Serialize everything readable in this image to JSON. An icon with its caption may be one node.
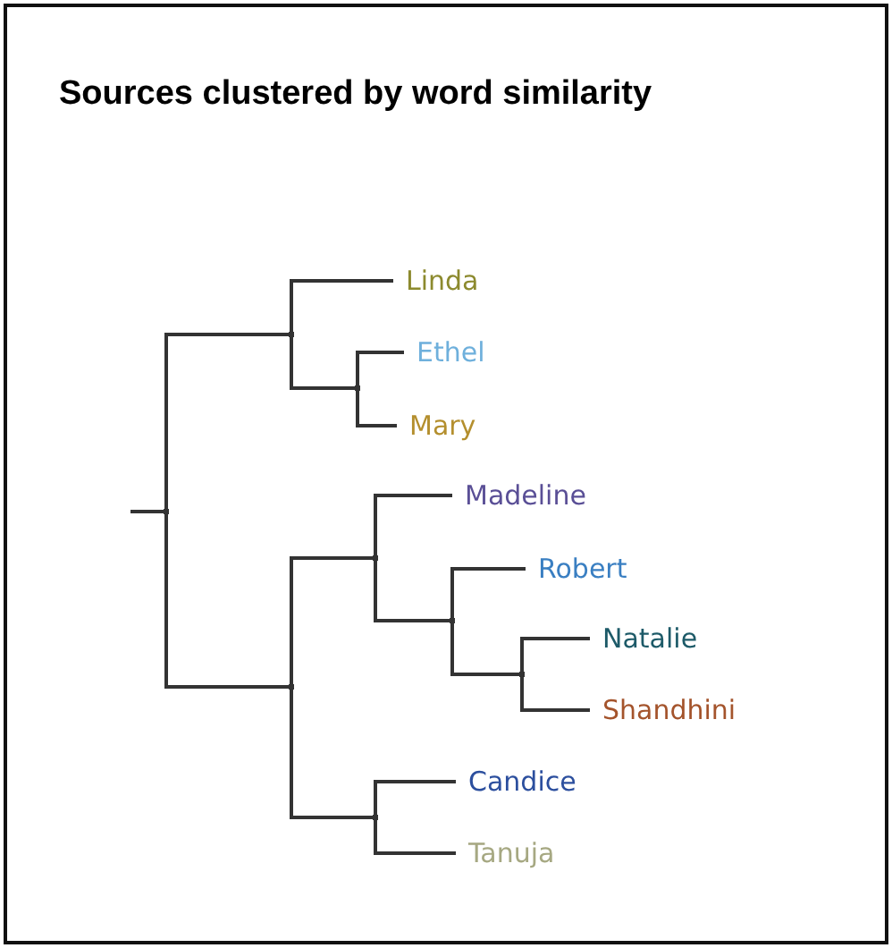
{
  "diagram": {
    "title": "Sources clustered by word similarity",
    "nodes": [
      {
        "text": [
          "Linda"
        ]
      },
      {
        "text": [
          "Ethel"
        ]
      },
      {
        "text": [
          "Mary"
        ]
      },
      {
        "text": [
          "Madeline"
        ]
      },
      {
        "text": [
          "Robert"
        ]
      },
      {
        "text": [
          "Natalie"
        ]
      },
      {
        "text": [
          "Shandhini"
        ]
      },
      {
        "text": [
          "Candice"
        ]
      },
      {
        "text": [
          "Tanuja"
        ]
      },
      {
        "text": [],
        "shape": "point"
      },
      {
        "text": [],
        "shape": "point"
      },
      {
        "text": [],
        "shape": "point"
      },
      {
        "text": [],
        "shape": "point"
      },
      {
        "text": [],
        "shape": "point"
      },
      {
        "text": [],
        "shape": "point"
      },
      {
        "text": [],
        "shape": "point"
      },
      {
        "text": [],
        "shape": "point"
      }
    ],
    "edges": [
      {
        "from": null,
        "to": 9,
        "arrow": "none"
      },
      {
        "from": 9,
        "to": 10,
        "arrow": "none"
      },
      {
        "from": 9,
        "to": 12,
        "arrow": "none"
      },
      {
        "from": 10,
        "to": 0,
        "arrow": "none"
      },
      {
        "from": 10,
        "to": 11,
        "arrow": "none"
      },
      {
        "from": 11,
        "to": 1,
        "arrow": "none"
      },
      {
        "from": 11,
        "to": 2,
        "arrow": "none"
      },
      {
        "from": 12,
        "to": 13,
        "arrow": "none"
      },
      {
        "from": 12,
        "to": 16,
        "arrow": "none"
      },
      {
        "from": 13,
        "to": 3,
        "arrow": "none"
      },
      {
        "from": 13,
        "to": 14,
        "arrow": "none"
      },
      {
        "from": 14,
        "to": 4,
        "arrow": "none"
      },
      {
        "from": 14,
        "to": 15,
        "arrow": "none"
      },
      {
        "from": 15,
        "to": 5,
        "arrow": "none"
      },
      {
        "from": 15,
        "to": 6,
        "arrow": "none"
      },
      {
        "from": 16,
        "to": 7,
        "arrow": "none"
      },
      {
        "from": 16,
        "to": 8,
        "arrow": "none"
      }
    ]
  }
}
